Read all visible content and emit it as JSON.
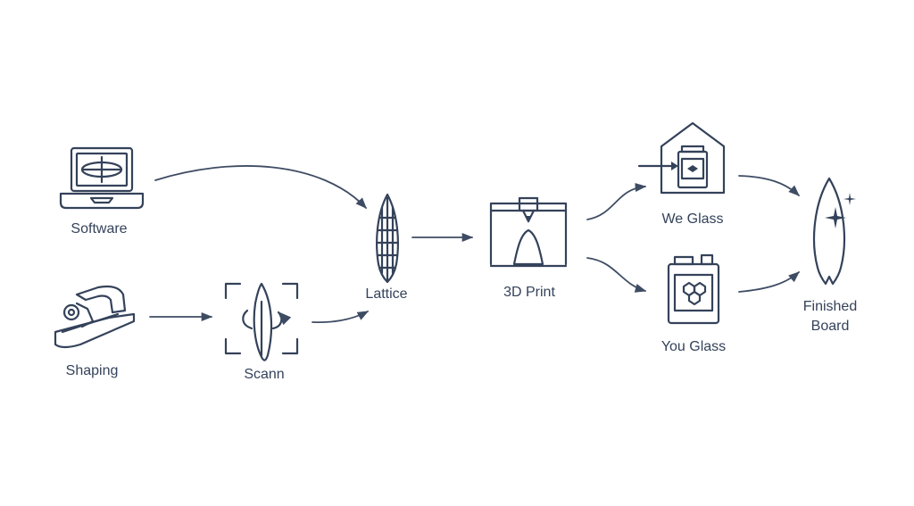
{
  "nodes": {
    "software": {
      "label": "Software",
      "icon": "laptop-icon"
    },
    "shaping": {
      "label": "Shaping",
      "icon": "planer-icon"
    },
    "scann": {
      "label": "Scann",
      "icon": "scan-board-icon"
    },
    "lattice": {
      "label": "Lattice",
      "icon": "lattice-board-icon"
    },
    "print3d": {
      "label": "3D Print",
      "icon": "3d-printer-icon"
    },
    "we_glass": {
      "label": "We Glass",
      "icon": "glass-shop-icon"
    },
    "you_glass": {
      "label": "You Glass",
      "icon": "resin-can-icon"
    },
    "finished": {
      "label_line1": "Finished",
      "label_line2": "Board",
      "icon": "finished-board-icon"
    }
  },
  "edges": [
    {
      "from": "software",
      "to": "lattice"
    },
    {
      "from": "shaping",
      "to": "scann"
    },
    {
      "from": "scann",
      "to": "lattice"
    },
    {
      "from": "lattice",
      "to": "print3d"
    },
    {
      "from": "print3d",
      "to": "we_glass"
    },
    {
      "from": "print3d",
      "to": "you_glass"
    },
    {
      "from": "we_glass",
      "to": "finished"
    },
    {
      "from": "you_glass",
      "to": "finished"
    }
  ],
  "colors": {
    "ink": "#34425a",
    "background": "#ffffff"
  }
}
